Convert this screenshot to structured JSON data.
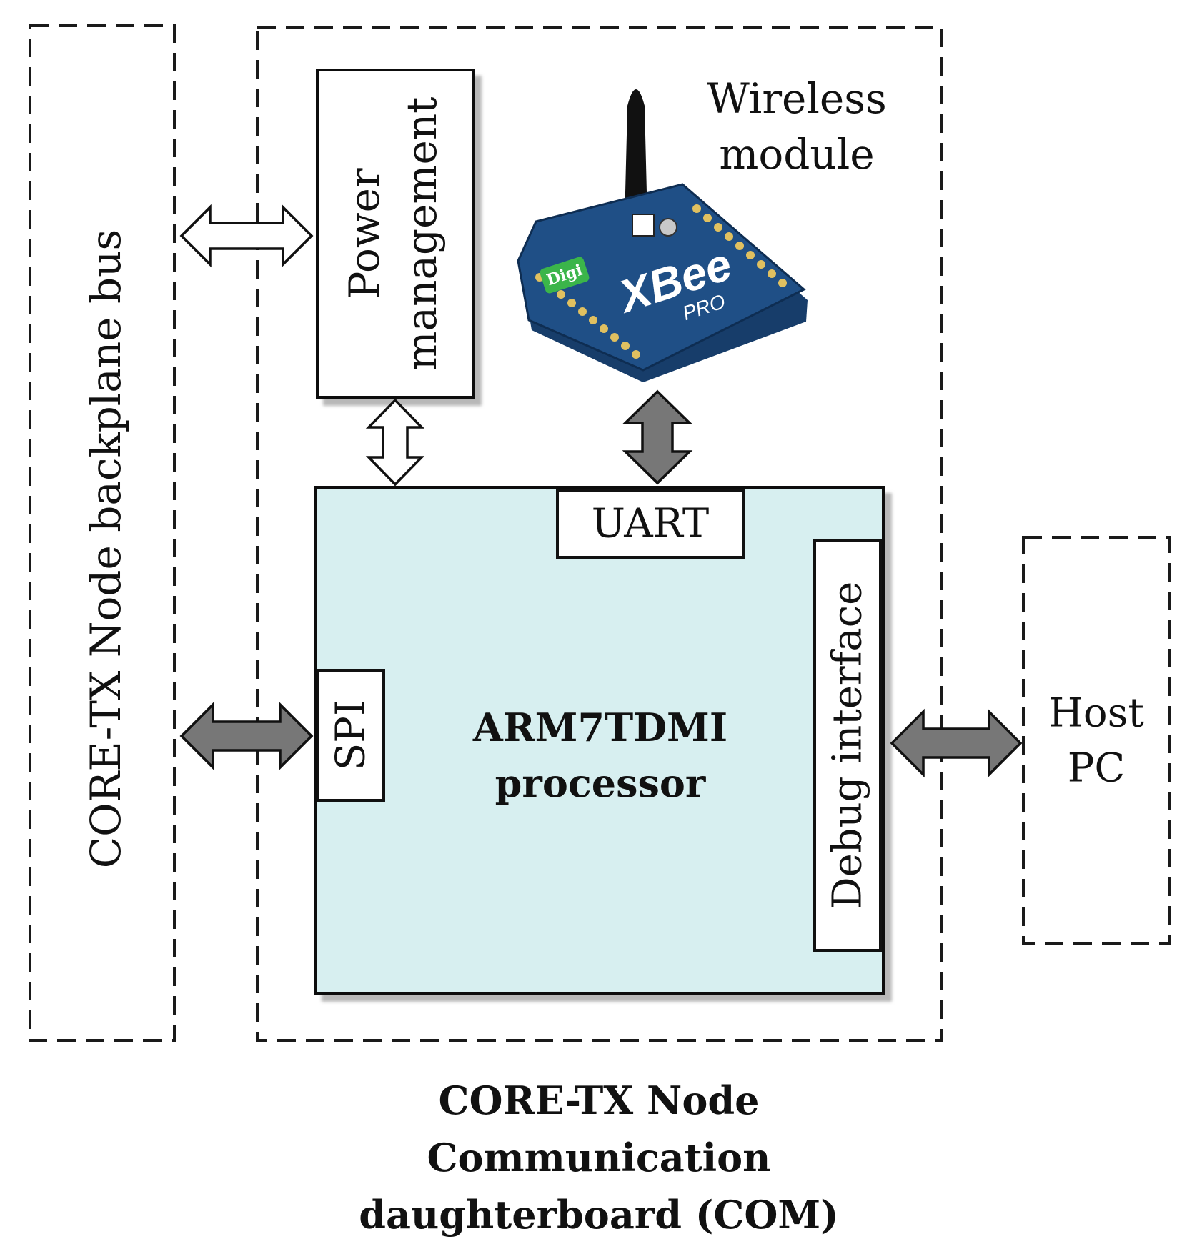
{
  "colors": {
    "processor_fill": "#d7eff0",
    "grey_arrow": "#777777",
    "xbee_board": "#1f4f86",
    "xbee_board_dark": "#173d6a",
    "digi_logo": "#3bb54a"
  },
  "backplane": {
    "label": "CORE-TX Node backplane bus"
  },
  "power": {
    "line1": "Power",
    "line2": "management"
  },
  "wireless": {
    "line1": "Wireless",
    "line2": "module",
    "logo_text": "Digi",
    "brand_text": "XBee",
    "model_text": "PRO"
  },
  "processor": {
    "line1": "ARM7TDMI",
    "line2": "processor",
    "uart": "UART",
    "spi": "SPI",
    "debug": "Debug interface"
  },
  "host": {
    "line1": "Host",
    "line2": "PC"
  },
  "caption": {
    "line1": "CORE-TX Node",
    "line2": "Communication",
    "line3": "daughterboard (COM)"
  }
}
